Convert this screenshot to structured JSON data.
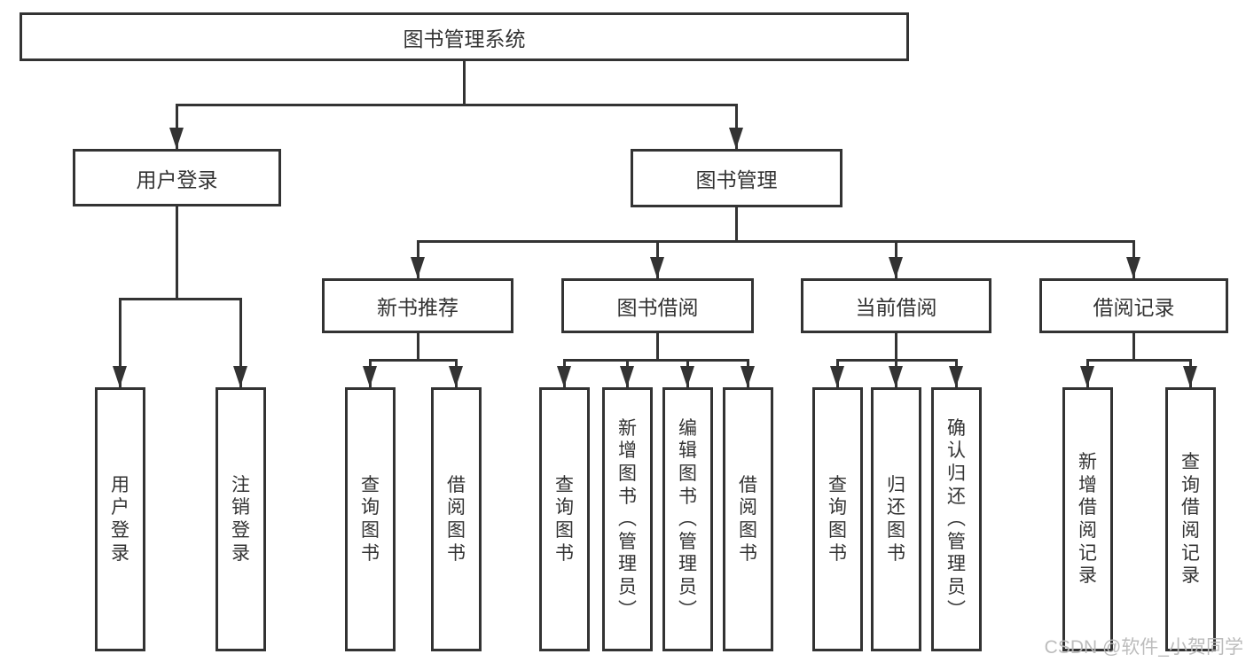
{
  "tree": {
    "label": "图书管理系统",
    "children": [
      {
        "label": "用户登录",
        "children": [
          {
            "label": "用户登录"
          },
          {
            "label": "注销登录"
          }
        ]
      },
      {
        "label": "图书管理",
        "children": [
          {
            "label": "新书推荐",
            "children": [
              {
                "label": "查询图书"
              },
              {
                "label": "借阅图书"
              }
            ]
          },
          {
            "label": "图书借阅",
            "children": [
              {
                "label": "查询图书"
              },
              {
                "label": "新增图书（管理员）"
              },
              {
                "label": "编辑图书（管理员）"
              },
              {
                "label": "借阅图书"
              }
            ]
          },
          {
            "label": "当前借阅",
            "children": [
              {
                "label": "查询图书"
              },
              {
                "label": "归还图书"
              },
              {
                "label": "确认归还（管理员）"
              }
            ]
          },
          {
            "label": "借阅记录",
            "children": [
              {
                "label": "新增借阅记录"
              },
              {
                "label": "查询借阅记录"
              }
            ]
          }
        ]
      }
    ]
  },
  "watermark": {
    "text": "CSDN @软件_小贺同学"
  },
  "colors": {
    "line": "#333333",
    "box_border": "#333333",
    "box_fill": "#ffffff",
    "text": "#333333",
    "background": "#ffffff",
    "watermark": "#b9b9b9"
  }
}
